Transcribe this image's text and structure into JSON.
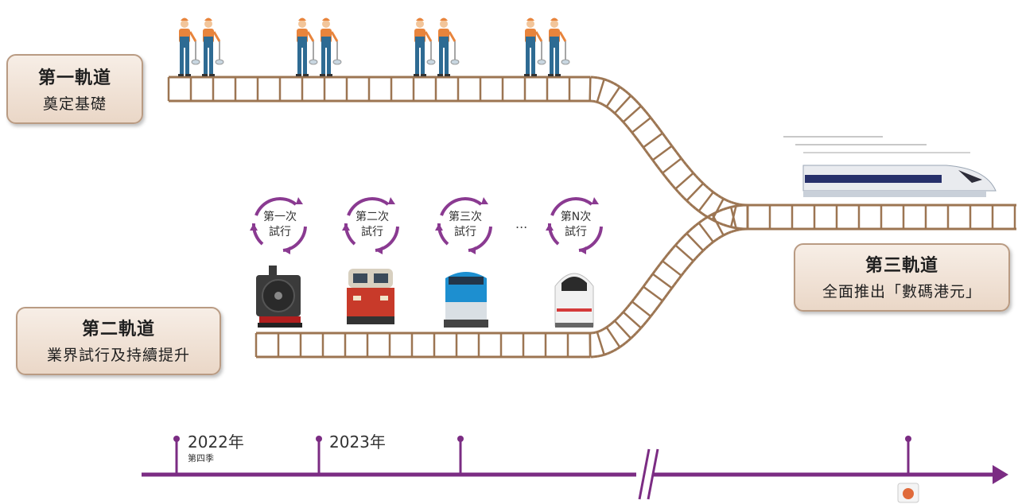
{
  "tracks": {
    "first": {
      "title": "第一軌道",
      "subtitle": "奠定基礎"
    },
    "second": {
      "title": "第二軌道",
      "subtitle": "業界試行及持續提升"
    },
    "third": {
      "title": "第三軌道",
      "subtitle": "全面推出「數碼港元」"
    }
  },
  "trials": [
    {
      "line1": "第一次",
      "line2": "試行",
      "vehicle": "steam-locomotive"
    },
    {
      "line1": "第二次",
      "line2": "試行",
      "vehicle": "red-diesel-locomotive"
    },
    {
      "line1": "第三次",
      "line2": "試行",
      "vehicle": "blue-electric-locomotive"
    },
    {
      "line1": "第N次",
      "line2": "試行",
      "vehicle": "white-high-speed-train"
    }
  ],
  "trial_gap": "...",
  "timeline": {
    "marks": [
      {
        "label": "2022年",
        "sublabel": "第四季"
      },
      {
        "label": "2023年",
        "sublabel": ""
      },
      {
        "label": "",
        "sublabel": ""
      },
      {
        "label": "",
        "sublabel": ""
      }
    ]
  },
  "colors": {
    "timeline": "#7b2c83",
    "cycle_arrow": "#8a3a91",
    "rail": "#9c7552",
    "box_border": "#b99b83",
    "worker_shirt": "#e8843c",
    "worker_overall": "#2e6b93"
  },
  "icons": [
    "worker-icon",
    "cycle-arrow-icon",
    "train-icon",
    "timeline-marker-icon"
  ]
}
